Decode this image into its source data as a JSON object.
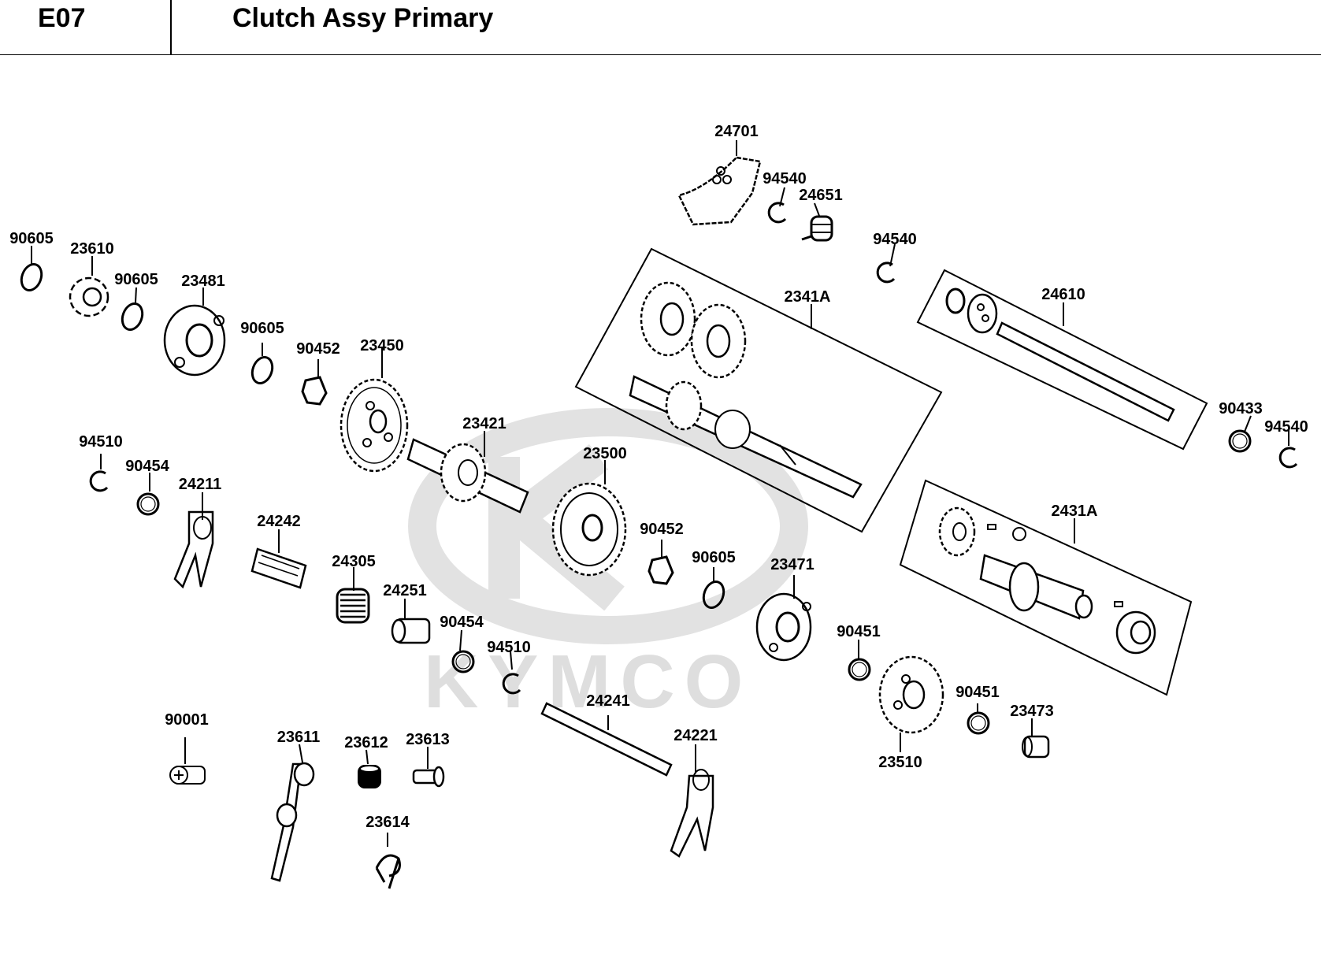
{
  "header": {
    "code": "E07",
    "title": "Clutch Assy Primary"
  },
  "watermark": {
    "text": "KYMCO"
  },
  "parts": [
    {
      "id": "24701"
    },
    {
      "id": "94540"
    },
    {
      "id": "24651"
    },
    {
      "id": "94540"
    },
    {
      "id": "90605"
    },
    {
      "id": "23610"
    },
    {
      "id": "90605"
    },
    {
      "id": "23481"
    },
    {
      "id": "90605"
    },
    {
      "id": "90452"
    },
    {
      "id": "23450"
    },
    {
      "id": "2341A"
    },
    {
      "id": "24610"
    },
    {
      "id": "90433"
    },
    {
      "id": "94540"
    },
    {
      "id": "94510"
    },
    {
      "id": "90454"
    },
    {
      "id": "24211"
    },
    {
      "id": "23421"
    },
    {
      "id": "23500"
    },
    {
      "id": "24242"
    },
    {
      "id": "24305"
    },
    {
      "id": "24251"
    },
    {
      "id": "90452"
    },
    {
      "id": "90605"
    },
    {
      "id": "23471"
    },
    {
      "id": "2431A"
    },
    {
      "id": "90454"
    },
    {
      "id": "94510"
    },
    {
      "id": "90451"
    },
    {
      "id": "90451"
    },
    {
      "id": "23473"
    },
    {
      "id": "24241"
    },
    {
      "id": "23510"
    },
    {
      "id": "90001"
    },
    {
      "id": "23611"
    },
    {
      "id": "23612"
    },
    {
      "id": "23613"
    },
    {
      "id": "24221"
    },
    {
      "id": "23614"
    }
  ]
}
